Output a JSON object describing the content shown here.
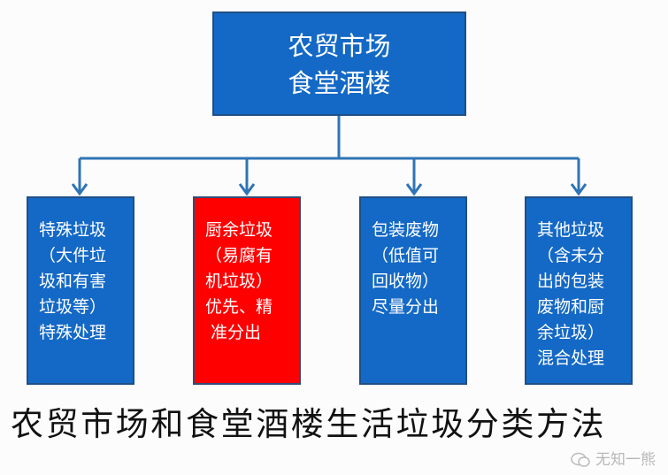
{
  "top": {
    "lines": [
      "农贸市场",
      "食堂酒楼"
    ]
  },
  "children": [
    {
      "lines": [
        "特殊垃圾",
        "（大件垃",
        "圾和有害",
        "垃圾等）",
        "特殊处理"
      ],
      "color": "#1469c6"
    },
    {
      "lines": [
        "厨余垃圾",
        "（易腐有",
        "机垃圾）",
        "优先、精",
        " 准分出"
      ],
      "color": "#fe0000"
    },
    {
      "lines": [
        "包装废物",
        "（低值可",
        "回收物）",
        "尽量分出"
      ],
      "color": "#1469c6"
    },
    {
      "lines": [
        "其他垃圾",
        "（含未分",
        "出的包装",
        "废物和厨",
        "余垃圾）",
        "混合处理"
      ],
      "color": "#1469c6"
    }
  ],
  "title": "农贸市场和食堂酒楼生活垃圾分类方法",
  "watermark": "无知一熊",
  "colors": {
    "box": "#1469c6",
    "highlight": "#fe0000",
    "connector": "#2f74b5"
  }
}
